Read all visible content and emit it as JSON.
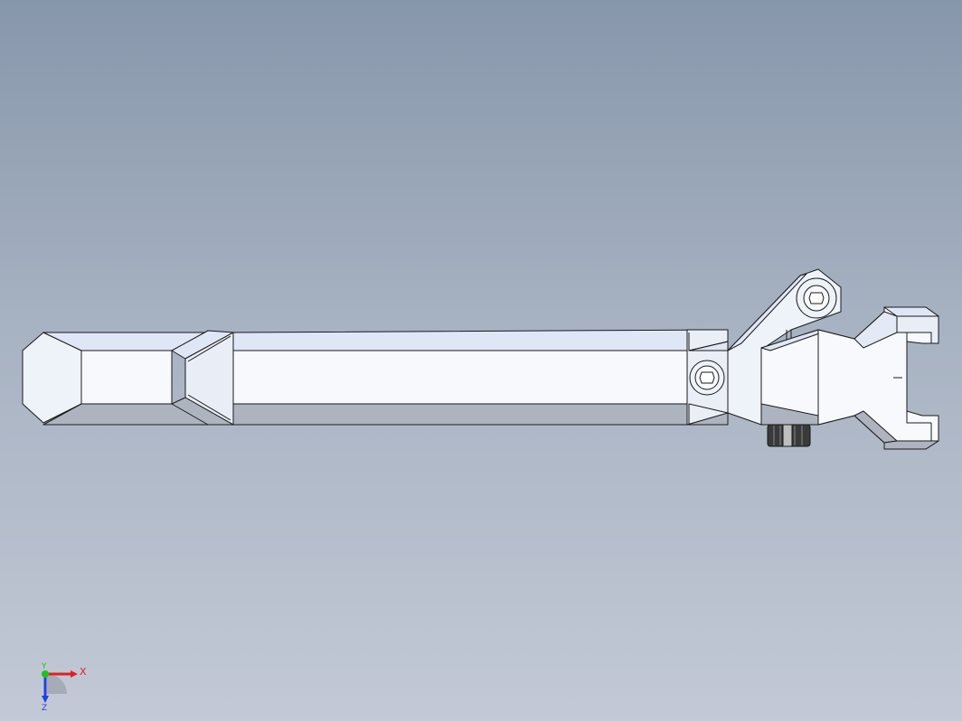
{
  "viewport": {
    "background_top": "#8797ab",
    "background_bottom": "#c3c9d6"
  },
  "model": {
    "face_top_color": "#dfe6f5",
    "face_front_color": "#f7f9fd",
    "face_bottom_color": "#aeb4bf",
    "edge_color": "#1a1a1a",
    "fastener_color": "#3a3a3a"
  },
  "triad": {
    "x_label": "X",
    "y_label": "Y",
    "z_label": "Z",
    "x_color": "#e02020",
    "y_color": "#20c020",
    "z_color": "#2040e0"
  }
}
